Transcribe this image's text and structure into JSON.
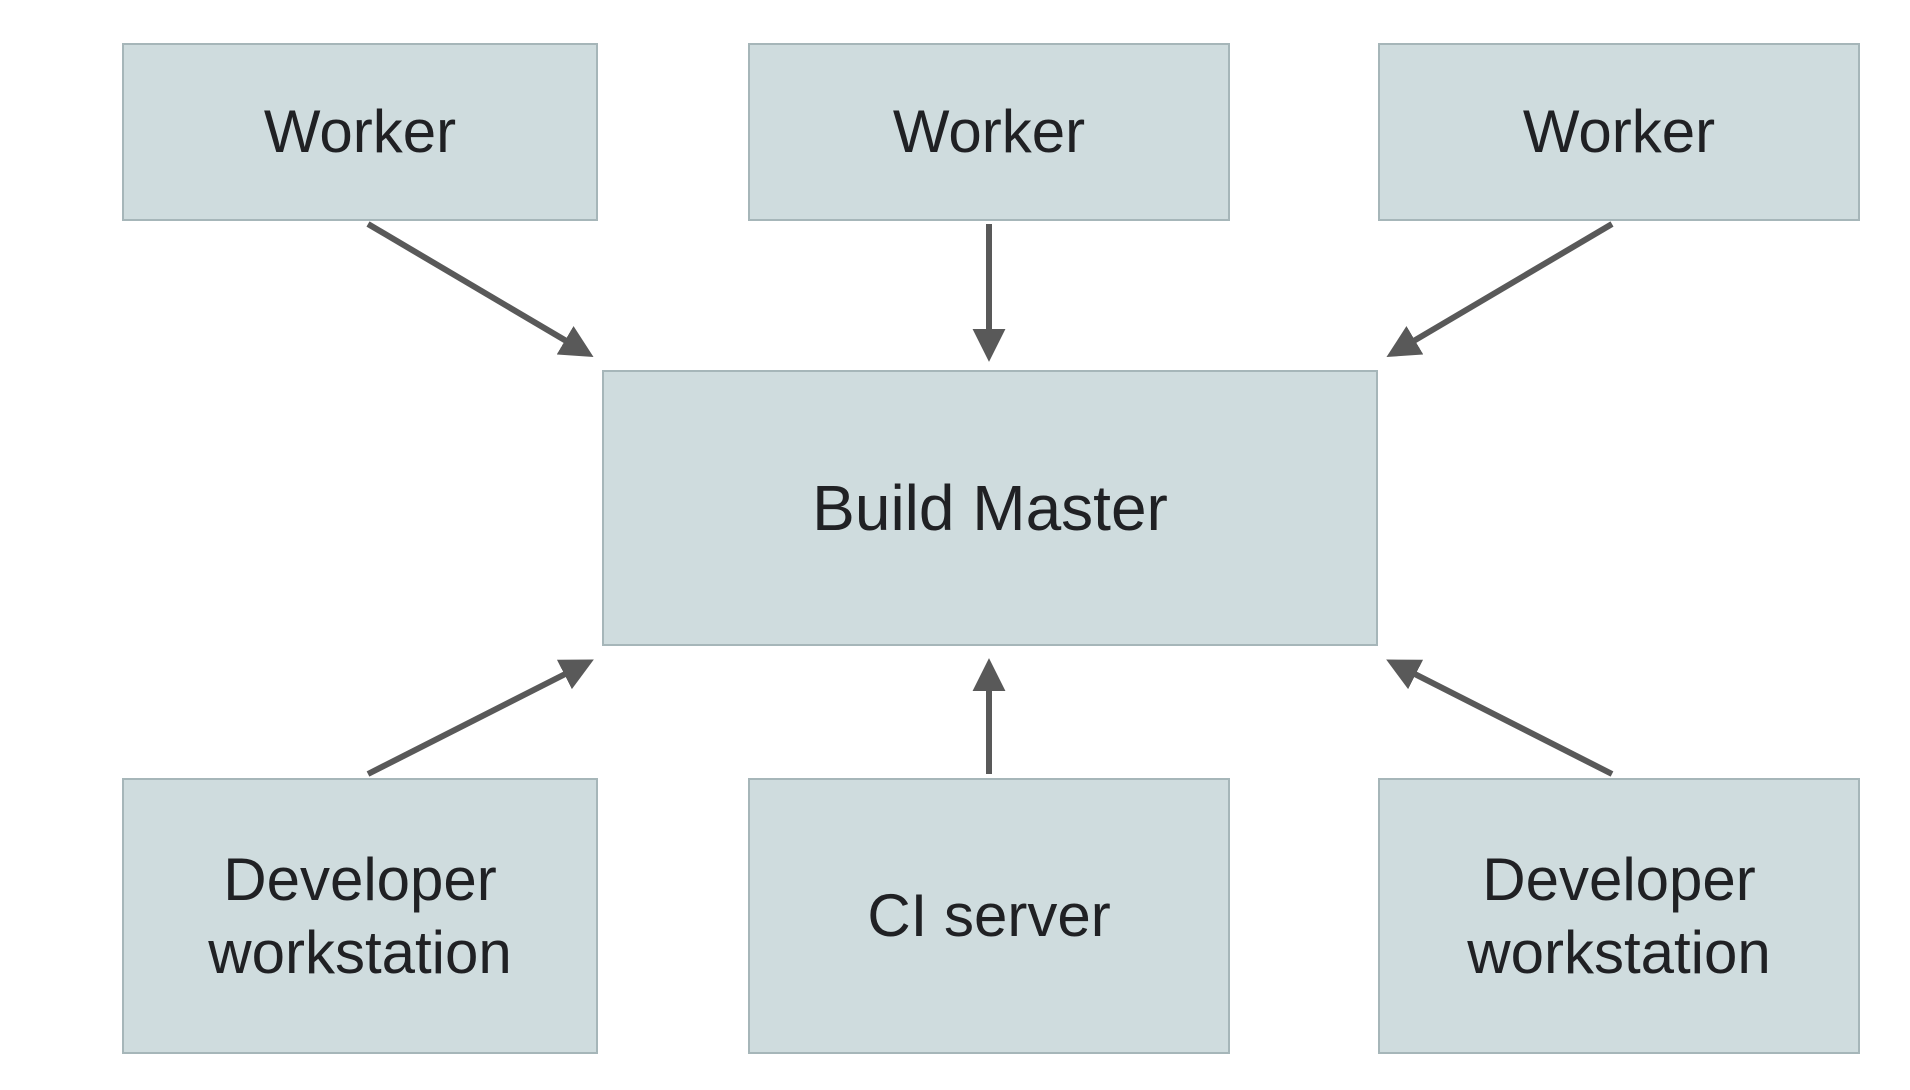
{
  "nodes": [
    {
      "id": "worker-1",
      "label": "Worker"
    },
    {
      "id": "worker-2",
      "label": "Worker"
    },
    {
      "id": "worker-3",
      "label": "Worker"
    },
    {
      "id": "build-master",
      "label": "Build Master"
    },
    {
      "id": "developer-workstation-left",
      "label": "Developer workstation"
    },
    {
      "id": "ci-server",
      "label": "CI server"
    },
    {
      "id": "developer-workstation-right",
      "label": "Developer workstation"
    }
  ],
  "edges": [
    {
      "from": "worker-1",
      "to": "build-master"
    },
    {
      "from": "worker-2",
      "to": "build-master"
    },
    {
      "from": "worker-3",
      "to": "build-master"
    },
    {
      "from": "developer-workstation-left",
      "to": "build-master"
    },
    {
      "from": "ci-server",
      "to": "build-master"
    },
    {
      "from": "developer-workstation-right",
      "to": "build-master"
    }
  ],
  "colors": {
    "box_fill": "#cfdcde",
    "box_border": "#a6b6b9",
    "arrow": "#595959",
    "text": "#202124",
    "background": "#ffffff"
  }
}
